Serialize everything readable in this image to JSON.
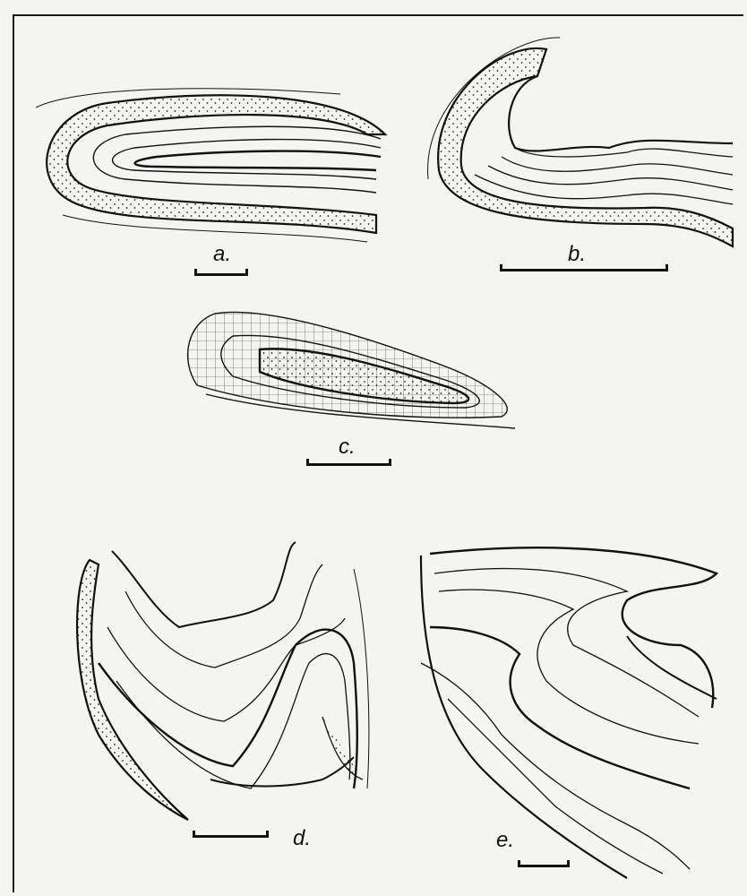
{
  "panels": [
    {
      "id": "a",
      "label": "a."
    },
    {
      "id": "b",
      "label": "b."
    },
    {
      "id": "c",
      "label": "c."
    },
    {
      "id": "d",
      "label": "d."
    },
    {
      "id": "e",
      "label": "e."
    }
  ],
  "colors": {
    "ink": "#111111",
    "paper": "#f4f4f2"
  }
}
